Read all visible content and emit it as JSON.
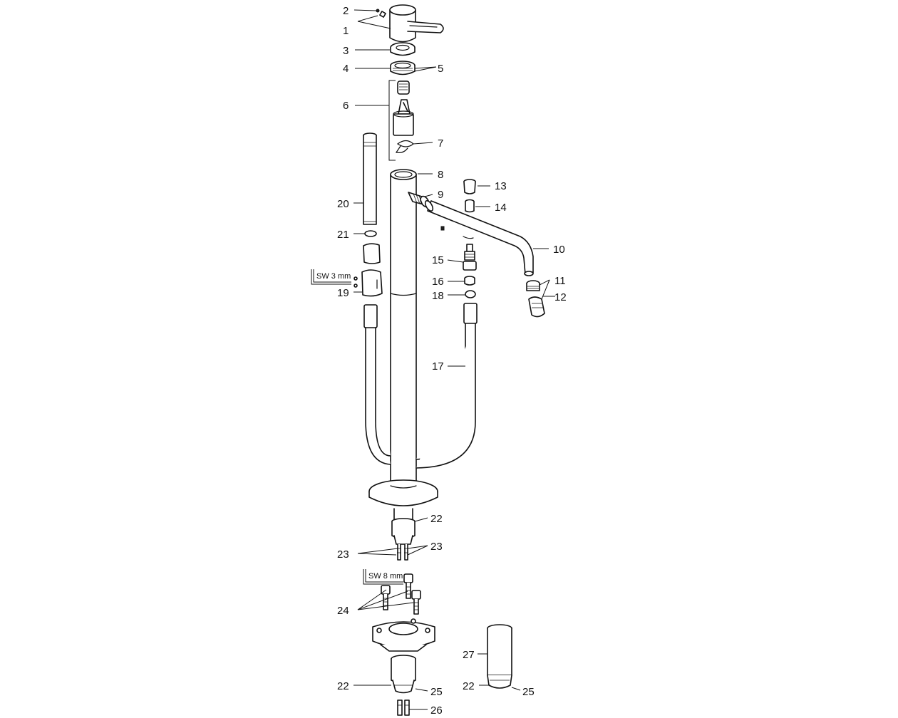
{
  "labels": {
    "l1": "1",
    "l2": "2",
    "l3": "3",
    "l4": "4",
    "l5": "5",
    "l6": "6",
    "l7": "7",
    "l8": "8",
    "l9": "9",
    "l10": "10",
    "l11": "11",
    "l12": "12",
    "l13": "13",
    "l14": "14",
    "l15": "15",
    "l16": "16",
    "l17": "17",
    "l18": "18",
    "l19": "19",
    "l20": "20",
    "l21": "21",
    "l22a": "22",
    "l22b": "22",
    "l22c": "22",
    "l23a": "23",
    "l23b": "23",
    "l24": "24",
    "l25a": "25",
    "l25b": "25",
    "l26": "26",
    "l27": "27"
  },
  "tools": {
    "sw3": "SW 3 mm",
    "sw8": "SW 8 mm"
  }
}
